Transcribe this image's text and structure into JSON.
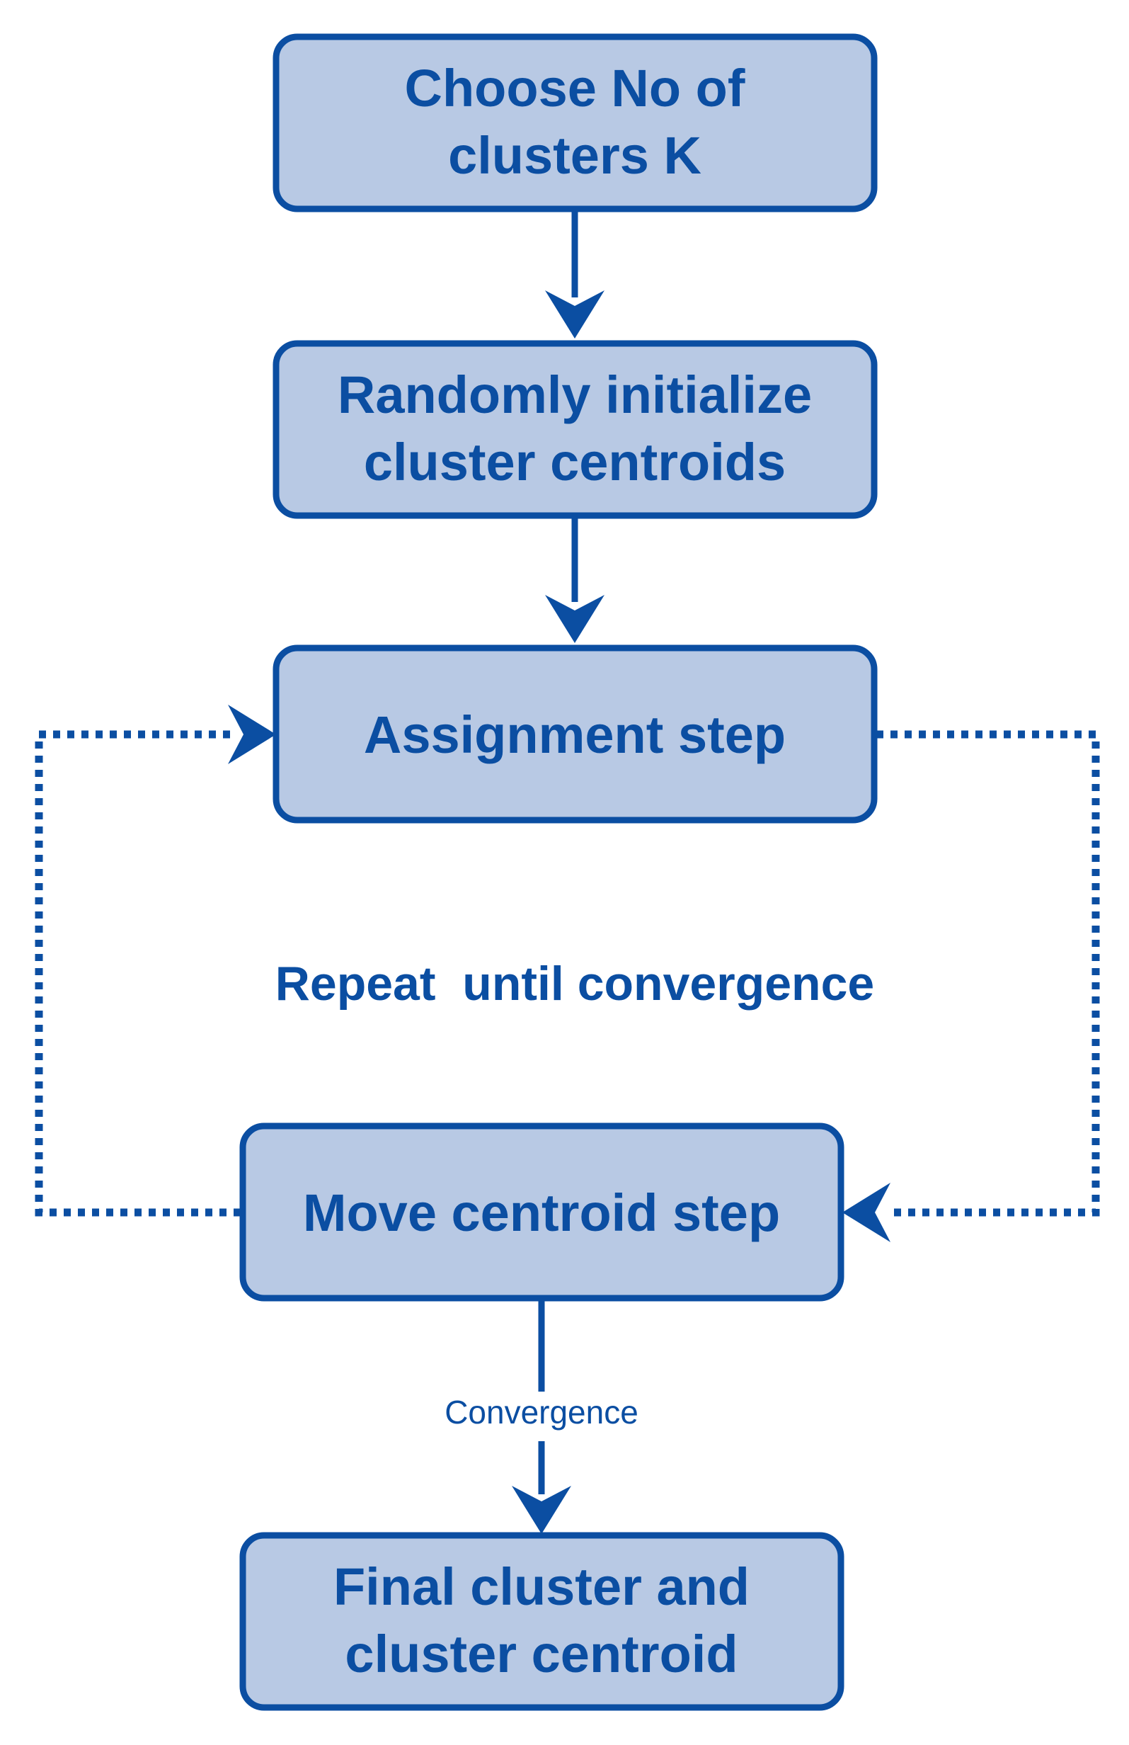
{
  "nodes": {
    "choose_k": {
      "line1": "Choose No of",
      "line2": "clusters K"
    },
    "init_centroids": {
      "line1": "Randomly initialize",
      "line2": "cluster centroids"
    },
    "assignment": {
      "label": "Assignment step"
    },
    "move_centroid": {
      "label": "Move centroid step"
    },
    "final": {
      "line1": "Final cluster and",
      "line2": "cluster centroid"
    }
  },
  "loop_label": "Repeat  until convergence",
  "edge_label": "Convergence",
  "colors": {
    "stroke": "#0b4ea2",
    "fill": "#b8c9e4",
    "background": "#ffffff"
  }
}
